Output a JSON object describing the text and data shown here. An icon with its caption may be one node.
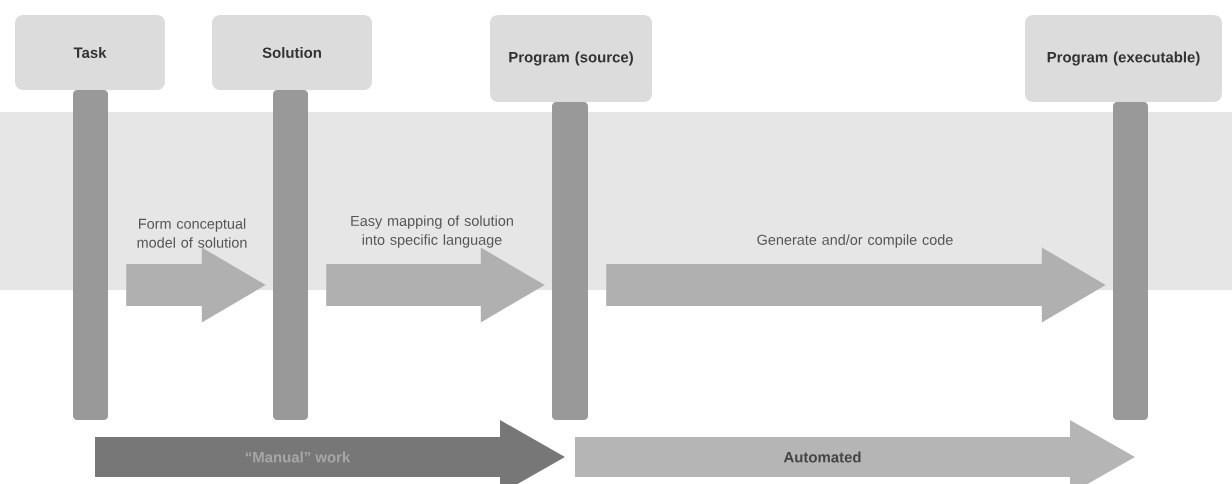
{
  "diagram": {
    "nodes": [
      {
        "text": [
          "Task"
        ]
      },
      {
        "text": [],
        "shape": "bar"
      },
      {
        "text": [
          "Solution"
        ]
      },
      {
        "text": [],
        "shape": "bar"
      },
      {
        "text": [
          "Program (source)"
        ]
      },
      {
        "text": [],
        "shape": "bar"
      },
      {
        "text": [
          "Program (executable)"
        ]
      },
      {
        "text": [],
        "shape": "bar"
      },
      {
        "text": [
          "“Manual” work"
        ]
      },
      {
        "text": [
          "Automated"
        ]
      }
    ],
    "edges": [
      {
        "from": 1,
        "to": 3,
        "arrow": "to",
        "label": "Form conceptual model of solution"
      },
      {
        "from": 3,
        "to": 5,
        "arrow": "to",
        "label": "Easy mapping of solution into specific language"
      },
      {
        "from": 5,
        "to": 7,
        "arrow": "to",
        "label": "Generate and/or compile code"
      }
    ]
  }
}
